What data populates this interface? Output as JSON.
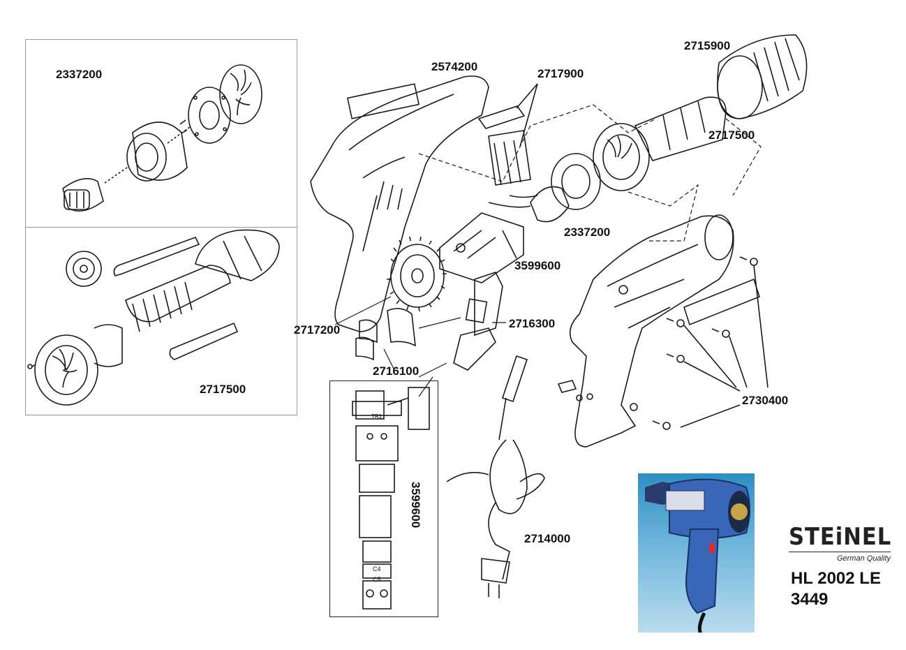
{
  "labels": {
    "p2337200_inset": "2337200",
    "p2574200": "2574200",
    "p2717900": "2717900",
    "p2715900": "2715900",
    "p2717500_top": "2717500",
    "p2337200_mid": "2337200",
    "p3599600_mid": "3599600",
    "p2717200": "2717200",
    "p2716300": "2716300",
    "p2716100": "2716100",
    "p2717500_inset": "2717500",
    "p2730400": "2730400",
    "p3599600_vertical": "3599600",
    "p2714000": "2714000"
  },
  "pcb_labels": {
    "tr1": "TR1",
    "c4": "C4",
    "c5": "C5"
  },
  "brand": {
    "logo": "STEiNEL",
    "tagline": "German Quality",
    "model": "HL 2002 LE",
    "number": "3449"
  },
  "colors": {
    "line": "#1a1a1a",
    "photo_bg": "#4aa3d4",
    "tool_body": "#3a66b8"
  }
}
